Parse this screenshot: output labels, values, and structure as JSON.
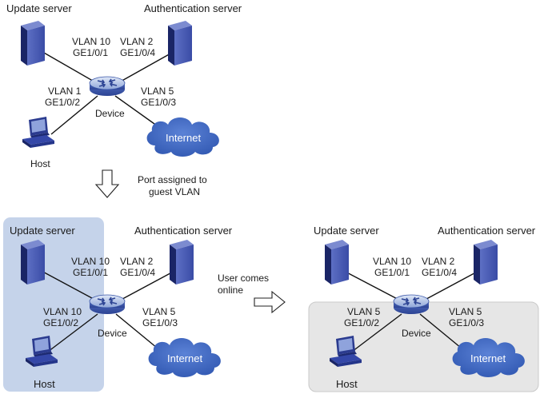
{
  "top": {
    "update_server": "Update server",
    "auth_server": "Authentication server",
    "update_vlan": "VLAN 10",
    "update_port": "GE1/0/1",
    "auth_vlan": "VLAN 2",
    "auth_port": "GE1/0/4",
    "host_vlan": "VLAN 1",
    "host_port": "GE1/0/2",
    "internet_vlan": "VLAN 5",
    "internet_port": "GE1/0/3",
    "device": "Device",
    "host": "Host",
    "internet": "Internet"
  },
  "transition_down": {
    "line1": "Port assigned to",
    "line2": "guest VLAN"
  },
  "bottom_left": {
    "update_server": "Update server",
    "auth_server": "Authentication server",
    "update_vlan": "VLAN 10",
    "update_port": "GE1/0/1",
    "auth_vlan": "VLAN 2",
    "auth_port": "GE1/0/4",
    "host_vlan": "VLAN 10",
    "host_port": "GE1/0/2",
    "internet_vlan": "VLAN 5",
    "internet_port": "GE1/0/3",
    "device": "Device",
    "host": "Host",
    "internet": "Internet"
  },
  "transition_right": {
    "line1": "User comes",
    "line2": "online"
  },
  "bottom_right": {
    "update_server": "Update server",
    "auth_server": "Authentication server",
    "update_vlan": "VLAN 10",
    "update_port": "GE1/0/1",
    "auth_vlan": "VLAN 2",
    "auth_port": "GE1/0/4",
    "host_vlan": "VLAN 5",
    "host_port": "GE1/0/2",
    "internet_vlan": "VLAN 5",
    "internet_port": "GE1/0/3",
    "device": "Device",
    "host": "Host",
    "internet": "Internet"
  },
  "colors": {
    "guest_vlan_region": "#c5d3ea",
    "vlan5_region": "#e6e6e6",
    "cloud": "#3c67c2",
    "server": "#2b3b8f",
    "device": "#4a66b8"
  },
  "icons": [
    "server-icon",
    "switch-icon",
    "host-pc-icon",
    "cloud-icon",
    "arrow-down-icon",
    "arrow-right-icon"
  ]
}
